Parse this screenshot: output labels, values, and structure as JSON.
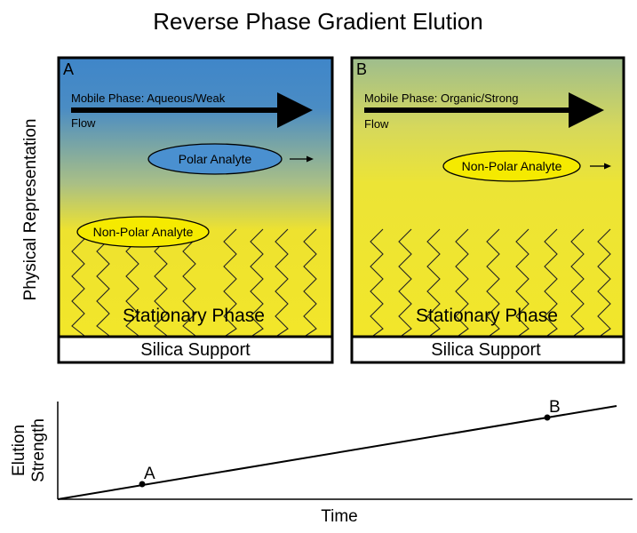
{
  "title": "Reverse Phase Gradient Elution",
  "y_axis_label": "Physical Representation",
  "panels": [
    {
      "letter": "A",
      "mobile_phase_label": "Mobile Phase: Aqueous/Weak",
      "flow_label": "Flow",
      "stationary_label": "Stationary Phase",
      "support_label": "Silica Support",
      "analytes": [
        {
          "label": "Polar Analyte",
          "color": "#4a90d0",
          "moving": true
        },
        {
          "label": "Non-Polar Analyte",
          "color": "#f5ea00",
          "moving": false
        }
      ],
      "gradient_colors": [
        "#3f86c9",
        "#f2e62a"
      ]
    },
    {
      "letter": "B",
      "mobile_phase_label": "Mobile Phase: Organic/Strong",
      "flow_label": "Flow",
      "stationary_label": "Stationary Phase",
      "support_label": "Silica Support",
      "analytes": [
        {
          "label": "Non-Polar Analyte",
          "color": "#f5ea00",
          "moving": true
        }
      ],
      "gradient_colors": [
        "#b3c878",
        "#f2e62a"
      ]
    }
  ],
  "graph": {
    "ylabel_line1": "Elution",
    "ylabel_line2": "Strength",
    "xlabel": "Time",
    "points": [
      {
        "label": "A"
      },
      {
        "label": "B"
      }
    ]
  },
  "colors": {
    "blue": "#3f86c9",
    "yellow": "#f2e62a",
    "analyte_blue": "#4a90d0",
    "analyte_yellow": "#f5ea00"
  }
}
